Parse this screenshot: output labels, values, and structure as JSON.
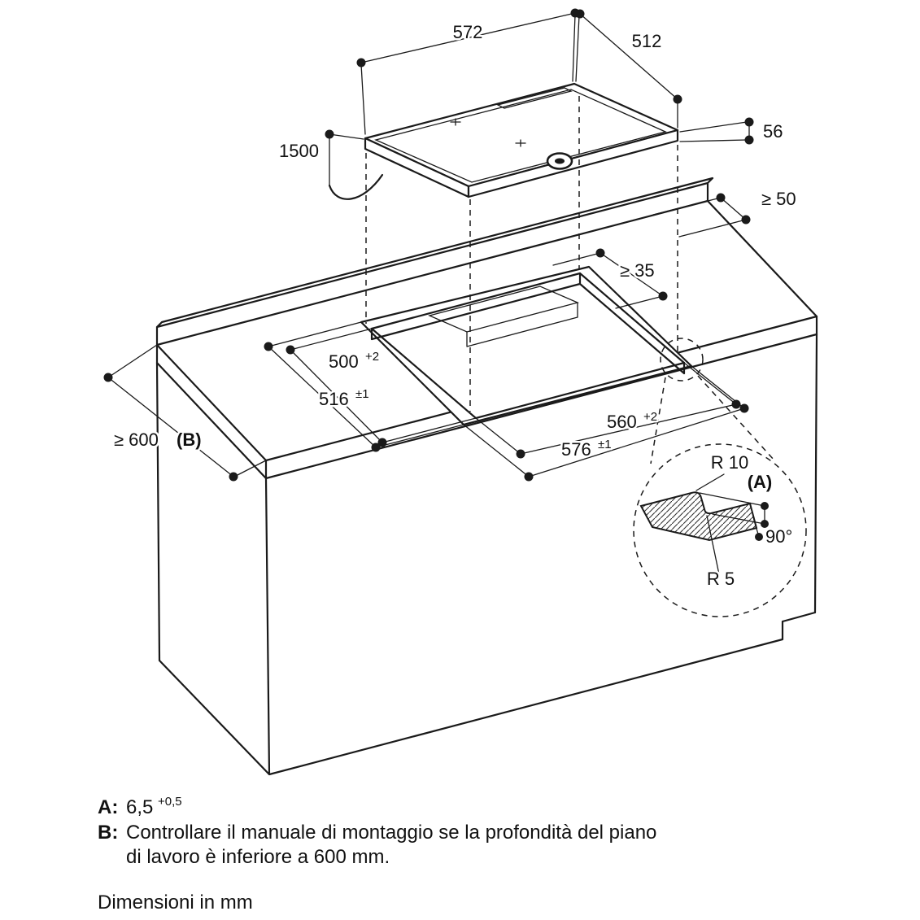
{
  "dims": {
    "w572": "572",
    "d512": "512",
    "t56": "56",
    "cable1500": "1500",
    "min50": "≥ 50",
    "min35": "≥ 35",
    "cut500": {
      "v": "500",
      "sup": "+2"
    },
    "cut516": {
      "v": "516",
      "sup": "±1"
    },
    "cut560": {
      "v": "560",
      "sup": "+2"
    },
    "cut576": {
      "v": "576",
      "sup": "±1"
    },
    "depth600": "≥ 600",
    "depth600_ref": "(B)",
    "r10": "R 10",
    "refA": "(A)",
    "angle90": "90°",
    "r5": "R 5"
  },
  "notes": {
    "a_key": "A:",
    "a_value": "6,5",
    "a_sup": "+0,5",
    "b_key": "B:",
    "b_text1": "Controllare il manuale di montaggio se la profondità del piano",
    "b_text2": "di lavoro è inferiore a 600 mm.",
    "units_note": "Dimensioni in mm"
  }
}
